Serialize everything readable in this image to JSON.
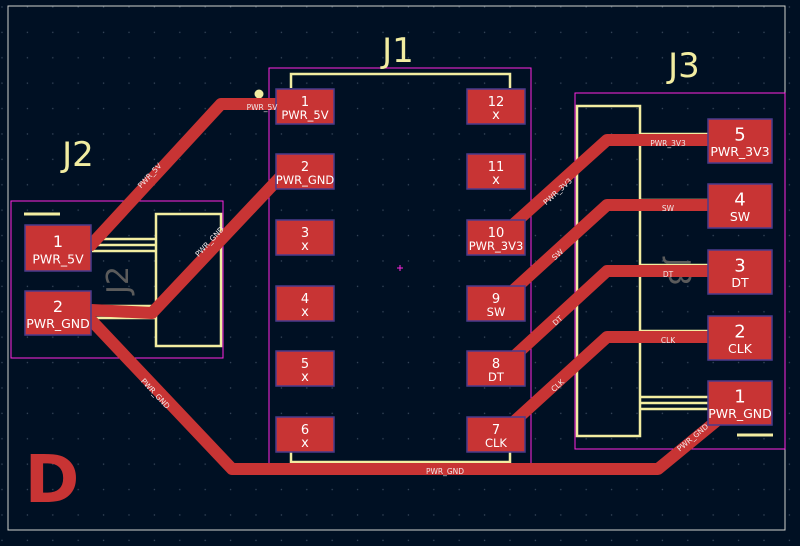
{
  "colors": {
    "background": "#001023",
    "grid": "#3a4a5e",
    "copper": "#c83434",
    "pad": "#c83434",
    "pad_outline": "#4a3b8c",
    "pad_text": "#ffffff",
    "net_label": "#f0e8e8",
    "silkscreen": "#f2eda1",
    "courtyard": "#ff26e2",
    "edge_cuts": "#d0d2cd",
    "fab_text": "#5b5b5b"
  },
  "board": {
    "side_letter": "D"
  },
  "components": {
    "j1": {
      "reference": "J1",
      "pads": [
        {
          "number": "1",
          "net": "PWR_5V"
        },
        {
          "number": "2",
          "net": "PWR_GND"
        },
        {
          "number": "3",
          "net": "x"
        },
        {
          "number": "4",
          "net": "x"
        },
        {
          "number": "5",
          "net": "x"
        },
        {
          "number": "6",
          "net": "x"
        },
        {
          "number": "12",
          "net": "x"
        },
        {
          "number": "11",
          "net": "x"
        },
        {
          "number": "10",
          "net": "PWR_3V3"
        },
        {
          "number": "9",
          "net": "SW"
        },
        {
          "number": "8",
          "net": "DT"
        },
        {
          "number": "7",
          "net": "CLK"
        }
      ]
    },
    "j2": {
      "reference": "J2",
      "fab_reference": "J2",
      "pads": [
        {
          "number": "1",
          "net": "PWR_5V"
        },
        {
          "number": "2",
          "net": "PWR_GND"
        }
      ]
    },
    "j3": {
      "reference": "J3",
      "fab_reference": "J3",
      "pads": [
        {
          "number": "5",
          "net": "PWR_3V3"
        },
        {
          "number": "4",
          "net": "SW"
        },
        {
          "number": "3",
          "net": "DT"
        },
        {
          "number": "2",
          "net": "CLK"
        },
        {
          "number": "1",
          "net": "PWR_GND"
        }
      ]
    }
  },
  "traces": [
    {
      "net": "PWR_5V",
      "labels": [
        "PWR_5V",
        "PWR_5V"
      ]
    },
    {
      "net": "PWR_GND",
      "labels": [
        "PWR_GND"
      ]
    },
    {
      "net": "PWR_GND",
      "labels": [
        "PWR_GND",
        "PWR_GND",
        "PWR_GND"
      ]
    },
    {
      "net": "PWR_3V3",
      "labels": [
        "PWR_3V3",
        "PWR_3V3"
      ]
    },
    {
      "net": "SW",
      "labels": [
        "SW",
        "SW"
      ]
    },
    {
      "net": "DT",
      "labels": [
        "DT",
        "DT"
      ]
    },
    {
      "net": "CLK",
      "labels": [
        "CLK",
        "CLK"
      ]
    }
  ]
}
